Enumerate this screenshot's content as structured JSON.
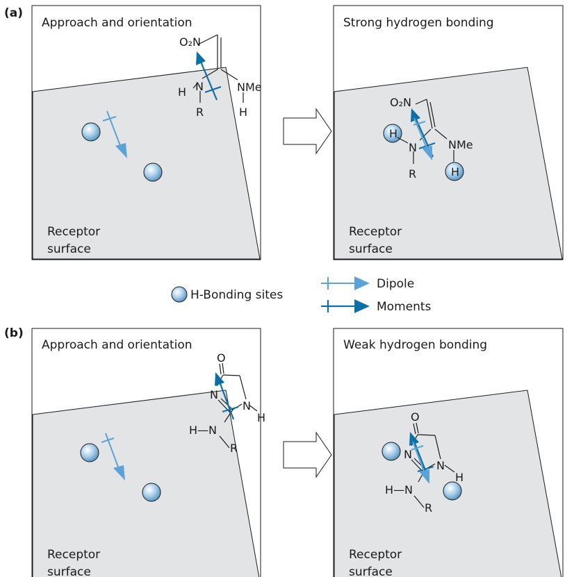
{
  "part_a": {
    "label": "(a)",
    "left_title": "Approach and orientation",
    "right_title": "Strong hydrogen bonding",
    "receptor_line1": "Receptor",
    "receptor_line2": "surface",
    "mol_left": {
      "o2n": "O₂N",
      "h_top": "H",
      "n_left": "N",
      "r": "R",
      "nme": "NMe",
      "h_bottom": "H"
    },
    "mol_right": {
      "o2n": "O₂N",
      "h_top": "H",
      "n_left": "N",
      "r": "R",
      "nme": "NMe",
      "h_bottom": "H"
    }
  },
  "legend": {
    "sites": "H-Bonding sites",
    "dipole": "Dipole",
    "moments": "Moments"
  },
  "part_b": {
    "label": "(b)",
    "left_title": "Approach and orientation",
    "right_title": "Weak hydrogen bonding",
    "receptor_line1": "Receptor",
    "receptor_line2": "surface",
    "mol_left": {
      "o": "O",
      "n_ring": "N",
      "n_ring2": "N",
      "h_ring": "H",
      "hn": "H—N",
      "r": "R"
    },
    "mol_right": {
      "o": "O",
      "n_ring": "N",
      "n_ring2": "N",
      "h_ring": "H",
      "hn": "H—N",
      "r": "R"
    }
  },
  "colors": {
    "surface": "#e3e4e6",
    "light_arrow": "#5ba3d6",
    "dark_arrow": "#0d6fa5",
    "site_fill": "#a9cfea",
    "ink": "#1a1a1a"
  }
}
